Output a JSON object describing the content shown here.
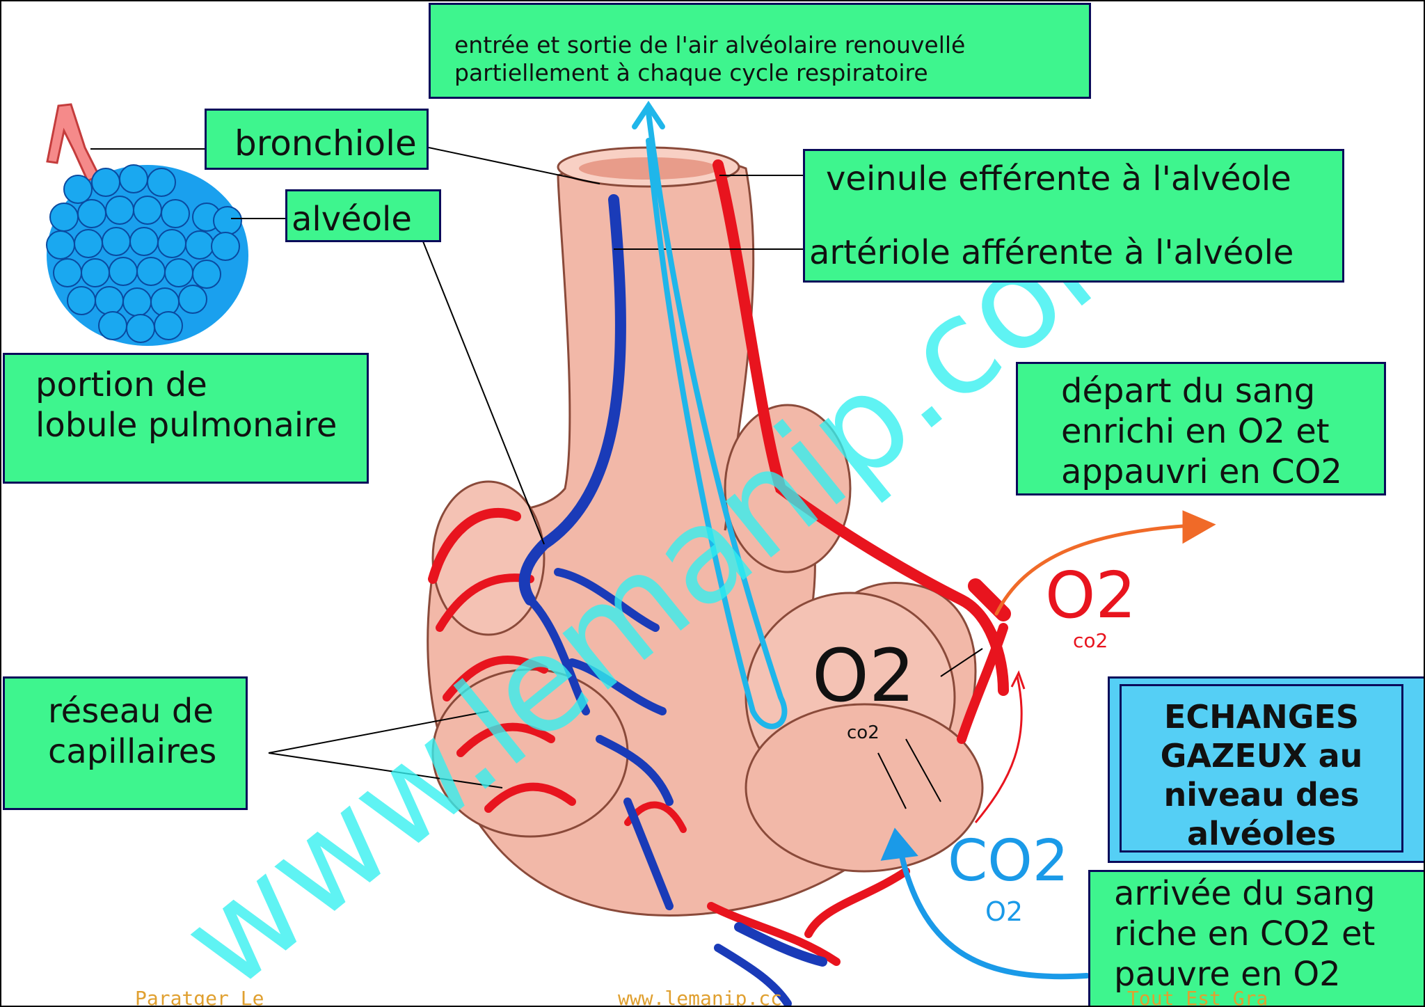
{
  "labels": {
    "top": [
      "entrée et sortie de l'air alvéolaire renouvellé",
      "partiellement à chaque cycle respiratoire"
    ],
    "bronchiole": "bronchiole",
    "alveole": "alvéole",
    "portion": [
      "portion de",
      "lobule pulmonaire"
    ],
    "veinule": "veinule efférente à l'alvéole",
    "arteriole": "artériole afférente à l'alvéole",
    "depart": [
      "départ du sang",
      "enrichi en O2 et",
      "appauvri en CO2"
    ],
    "reseau": [
      "réseau de",
      "capillaires"
    ],
    "arrivee": [
      "arrivée du sang",
      "riche en CO2 et",
      "pauvre en O2"
    ]
  },
  "title_box": [
    "ECHANGES",
    "GAZEUX au",
    "niveau des",
    "alvéoles"
  ],
  "gas": {
    "o2_inside": "O2",
    "co2_inside": "co2",
    "o2_out": "O2",
    "co2_out_small": "co2",
    "co2_in": "CO2",
    "o2_in_small": "O2"
  },
  "footer": {
    "left": "Paratger Le",
    "middle": "www.lemanip.cc",
    "right": "Tout Est Gra"
  },
  "watermark": "www.lemanip.com",
  "colors": {
    "label_fill": "#3ef58e",
    "label_border": "#0a0a5a",
    "title_box_fill": "#55cff5",
    "watermark": "#33f0f0",
    "artery_red": "#e8141e",
    "vein_blue": "#1a3bb8",
    "tissue_pink": "#f2b8a8",
    "alveoli_blue": "#1aa0ee"
  }
}
